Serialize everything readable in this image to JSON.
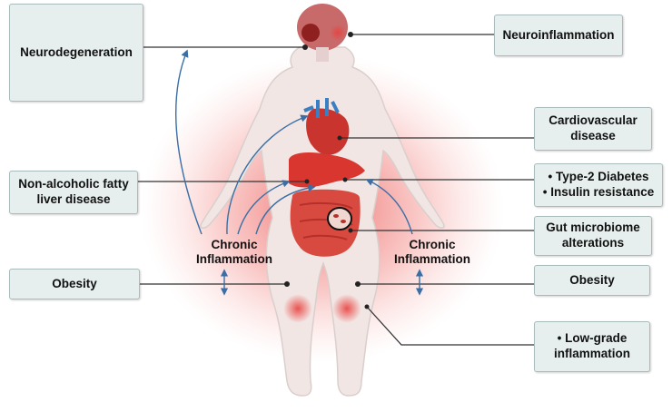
{
  "boxes": {
    "neurodegeneration": {
      "lines": [
        "Neurodegeneration"
      ]
    },
    "neuroinflammation": {
      "lines": [
        "Neuroinflammation"
      ]
    },
    "cardiovascular": {
      "lines": [
        "Cardiovascular",
        "disease"
      ]
    },
    "fatty_liver": {
      "lines": [
        "Non-alcoholic fatty",
        "liver disease"
      ]
    },
    "diabetes": {
      "lines": [
        "• Type-2 Diabetes",
        "• Insulin resistance"
      ]
    },
    "gut": {
      "lines": [
        "Gut microbiome",
        "alterations"
      ]
    },
    "obesity_left": {
      "lines": [
        "Obesity"
      ]
    },
    "obesity_right": {
      "lines": [
        "Obesity"
      ]
    },
    "low_grade": {
      "lines": [
        "• Low-grade",
        "inflammation"
      ]
    }
  },
  "labels": {
    "chronic_left": {
      "lines": [
        "Chronic",
        "Inflammation"
      ]
    },
    "chronic_right": {
      "lines": [
        "Chronic",
        "Inflammation"
      ]
    }
  },
  "colors": {
    "box_fill": "#e6efee",
    "box_border": "#a9bcbb",
    "connector": "#333333",
    "arrow_blue": "#3a6ea5",
    "inflammation_red": "#e8423f",
    "body_fill": "#f2e6e4",
    "body_outline": "#d9cfcd"
  }
}
